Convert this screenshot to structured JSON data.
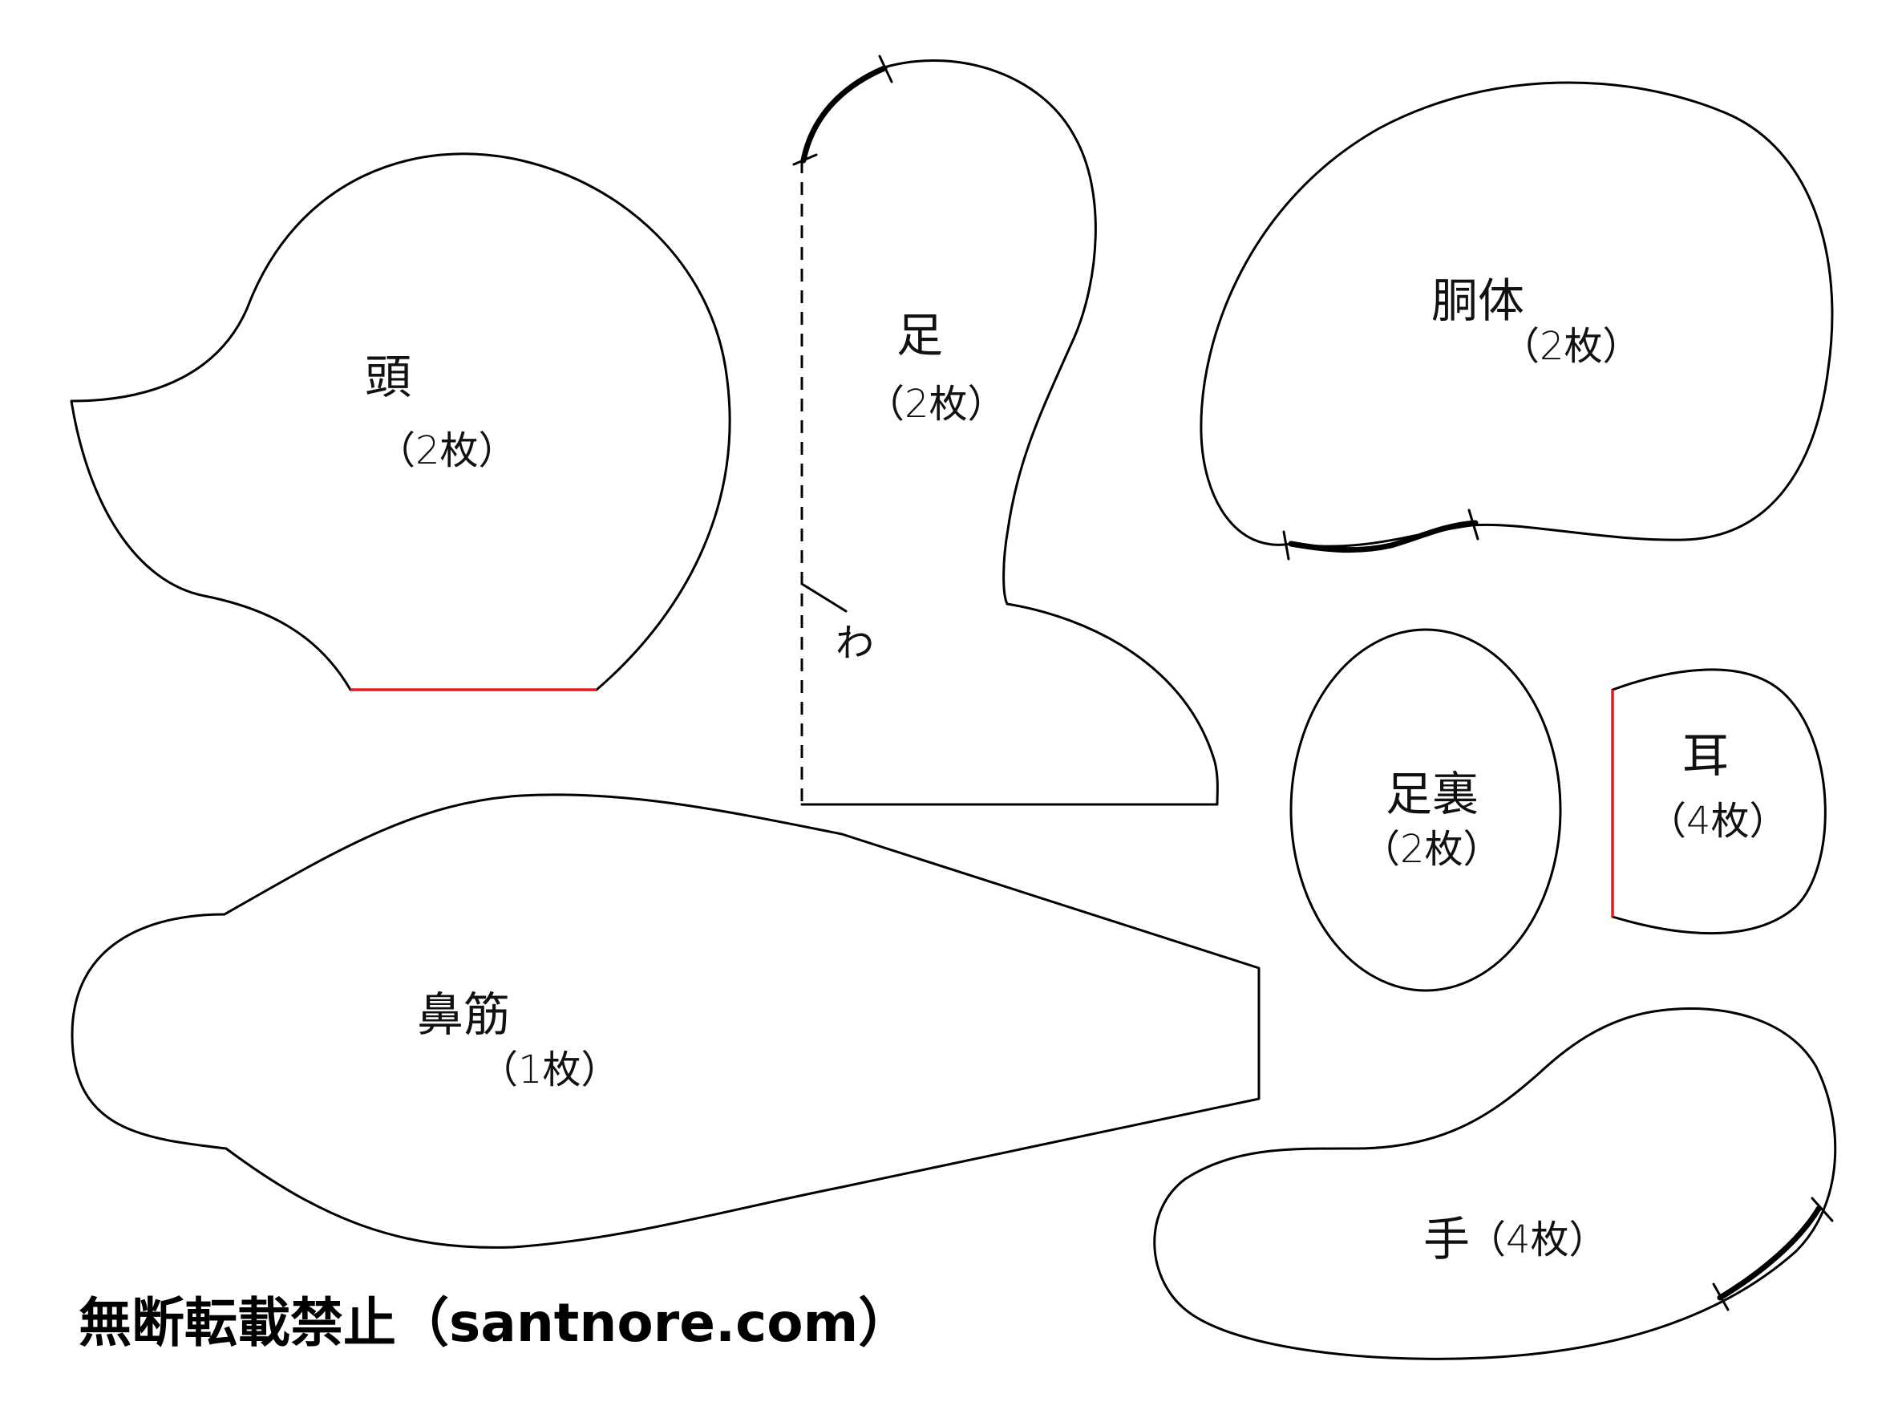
{
  "pieces": [
    {
      "id": "head",
      "name": "頭",
      "count": "（2枚）"
    },
    {
      "id": "leg",
      "name": "足",
      "count": "（2枚）",
      "fold_mark": "わ"
    },
    {
      "id": "body",
      "name": "胴体",
      "count": "（2枚）"
    },
    {
      "id": "sole",
      "name": "足裏",
      "count": "（2枚）"
    },
    {
      "id": "ear",
      "name": "耳",
      "count": "（4枚）"
    },
    {
      "id": "nose",
      "name": "鼻筋",
      "count": "（1枚）"
    },
    {
      "id": "hand",
      "name": "手",
      "count": "（4枚）"
    }
  ],
  "notice": "無断転載禁止（santnore.com）",
  "colors": {
    "outline": "#000000",
    "opening": "#e01b1b",
    "background": "#ffffff"
  }
}
